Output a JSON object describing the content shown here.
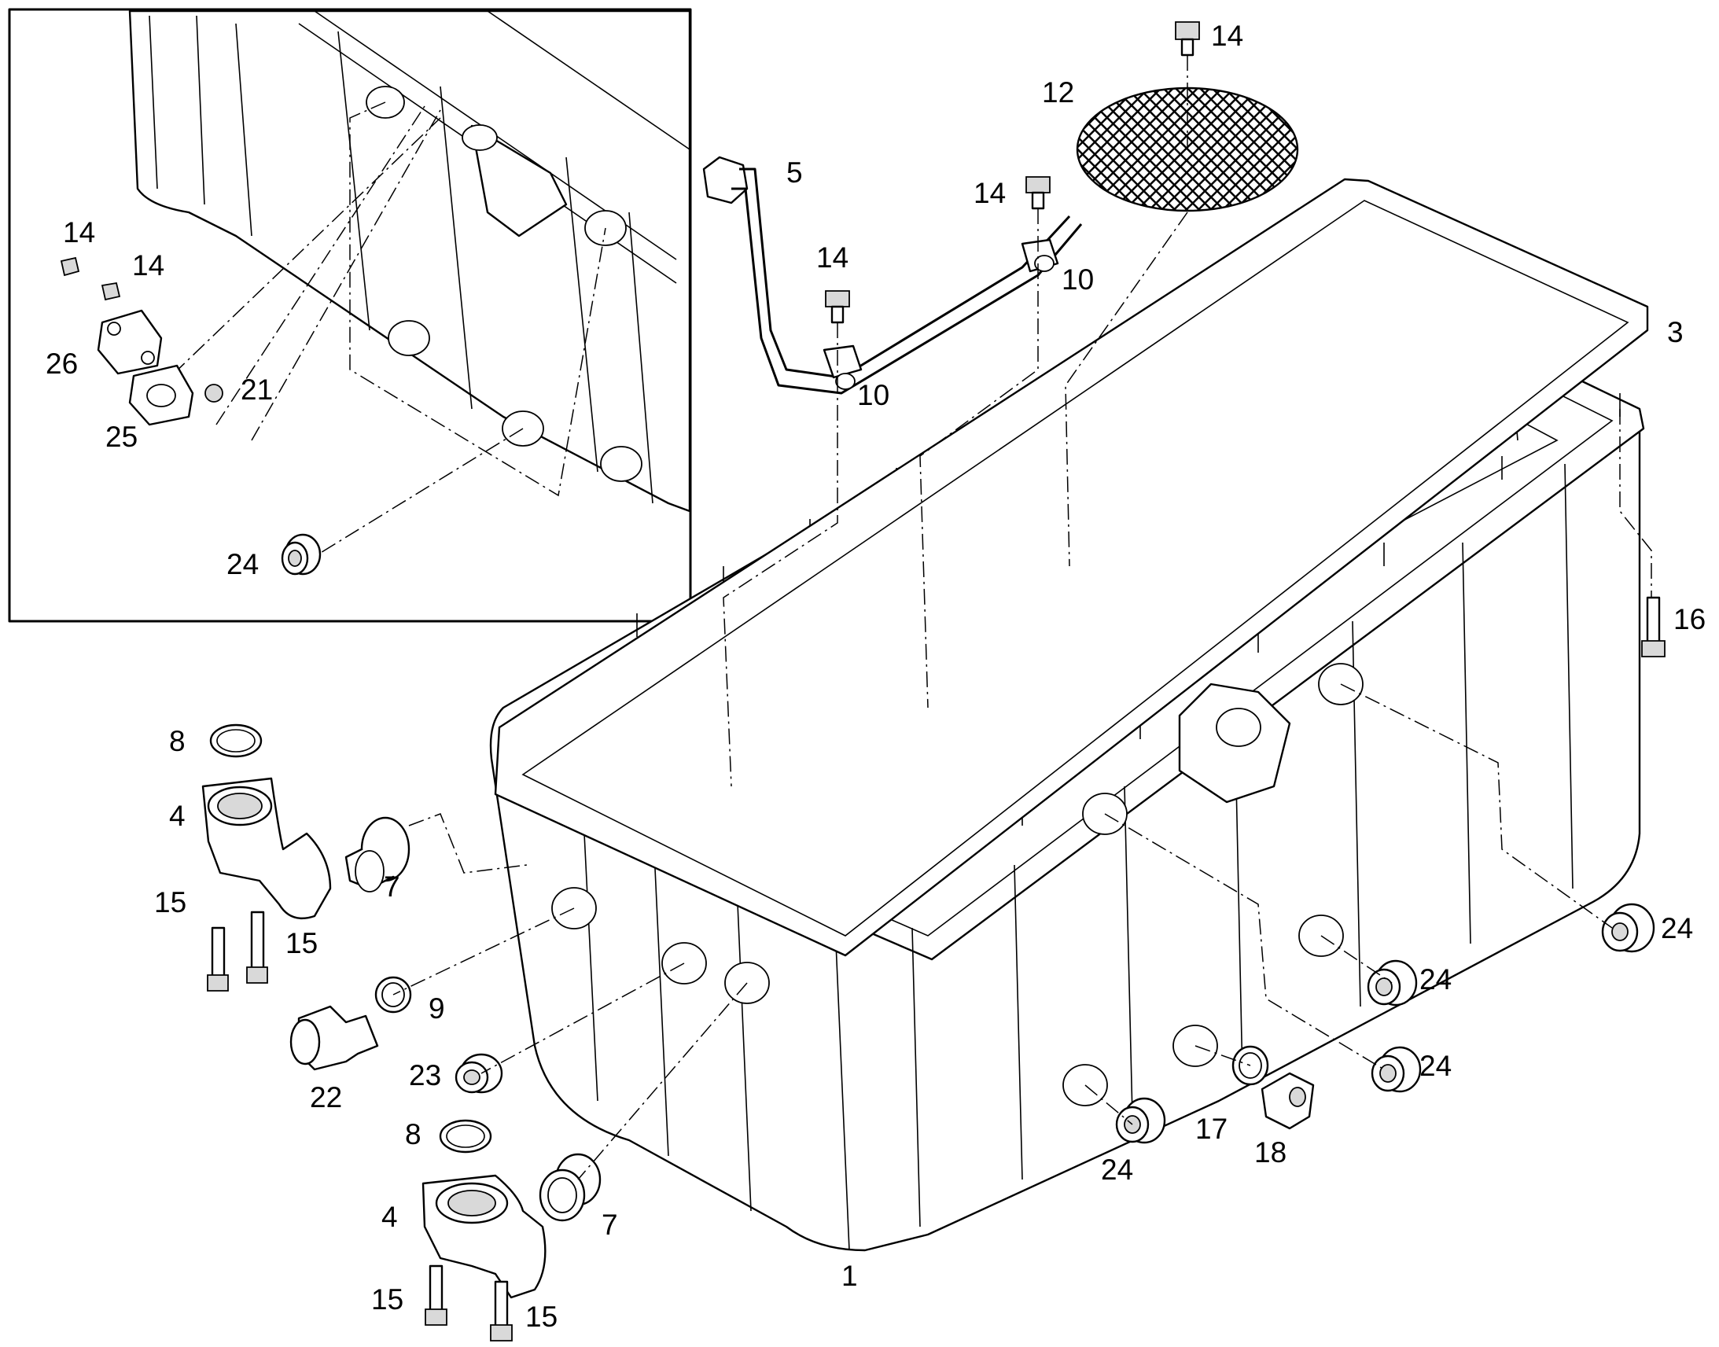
{
  "colors": {
    "line": "#000000",
    "background": "#ffffff",
    "shade": "#d9d9d9"
  },
  "callouts": [
    {
      "id": "c14a",
      "text": "14"
    },
    {
      "id": "c12",
      "text": "12"
    },
    {
      "id": "c5",
      "text": "5"
    },
    {
      "id": "c14b",
      "text": "14"
    },
    {
      "id": "c14c",
      "text": "14"
    },
    {
      "id": "c10a",
      "text": "10"
    },
    {
      "id": "c10b",
      "text": "10"
    },
    {
      "id": "c3",
      "text": "3"
    },
    {
      "id": "c16",
      "text": "16"
    },
    {
      "id": "c14d",
      "text": "14"
    },
    {
      "id": "c14e",
      "text": "14"
    },
    {
      "id": "c26",
      "text": "26"
    },
    {
      "id": "c21",
      "text": "21"
    },
    {
      "id": "c25",
      "text": "25"
    },
    {
      "id": "c24a",
      "text": "24"
    },
    {
      "id": "c8a",
      "text": "8"
    },
    {
      "id": "c4a",
      "text": "4"
    },
    {
      "id": "c7a",
      "text": "7"
    },
    {
      "id": "c15a",
      "text": "15"
    },
    {
      "id": "c15b",
      "text": "15"
    },
    {
      "id": "c9",
      "text": "9"
    },
    {
      "id": "c22",
      "text": "22"
    },
    {
      "id": "c23",
      "text": "23"
    },
    {
      "id": "c8b",
      "text": "8"
    },
    {
      "id": "c4b",
      "text": "4"
    },
    {
      "id": "c7b",
      "text": "7"
    },
    {
      "id": "c15c",
      "text": "15"
    },
    {
      "id": "c15d",
      "text": "15"
    },
    {
      "id": "c1",
      "text": "1"
    },
    {
      "id": "c24b",
      "text": "24"
    },
    {
      "id": "c24c",
      "text": "24"
    },
    {
      "id": "c24d",
      "text": "24"
    },
    {
      "id": "c24e",
      "text": "24"
    },
    {
      "id": "c17",
      "text": "17"
    },
    {
      "id": "c18",
      "text": "18"
    }
  ]
}
